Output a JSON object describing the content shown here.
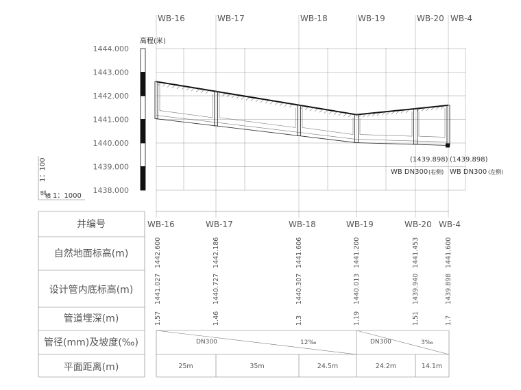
{
  "wells": [
    "WB-16",
    "WB-17",
    "WB-18",
    "WB-19",
    "WB-20",
    "WB-4"
  ],
  "axis": {
    "label": "高程(米)",
    "ticks": [
      "1444.000",
      "1443.000",
      "1442.000",
      "1441.000",
      "1440.000",
      "1439.000",
      "1438.000"
    ]
  },
  "scale": {
    "vertical_label": "竖",
    "vertical": "1：100",
    "horizontal_label": "横",
    "horizontal": "1：1000"
  },
  "annotations": {
    "invert_right": "(1439.898)",
    "invert_left": "(1439.898)",
    "pipe_right": "WB DN300",
    "pipe_right_side": "(右侧)",
    "pipe_left": "WB DN300",
    "pipe_left_side": "(左侧)"
  },
  "table": {
    "rows": {
      "well_no": "井编号",
      "ground": "自然地面标高(m)",
      "invert": "设计管内底标高(m)",
      "depth": "管道埋深(m)",
      "dia_slope": "管径(mm)及坡度(‰)",
      "distance": "平面距离(m)"
    },
    "ground_elev": [
      "1442.600",
      "1442.186",
      "1441.606",
      "1441.200",
      "1441.453",
      "1441.600"
    ],
    "invert_elev": [
      "1441.027",
      "1440.727",
      "1440.307",
      "1440.013",
      "1439.940",
      "1439.898"
    ],
    "depth": [
      "1.57",
      "1.46",
      "1.3",
      "1.19",
      "1.51",
      "1.7"
    ],
    "segments": [
      {
        "dn": "DN300",
        "slope": "12‰"
      },
      {
        "dn": "DN300",
        "slope": "3‰"
      }
    ],
    "distances": [
      "25m",
      "35m",
      "24.5m",
      "24.2m",
      "14.1m"
    ]
  }
}
